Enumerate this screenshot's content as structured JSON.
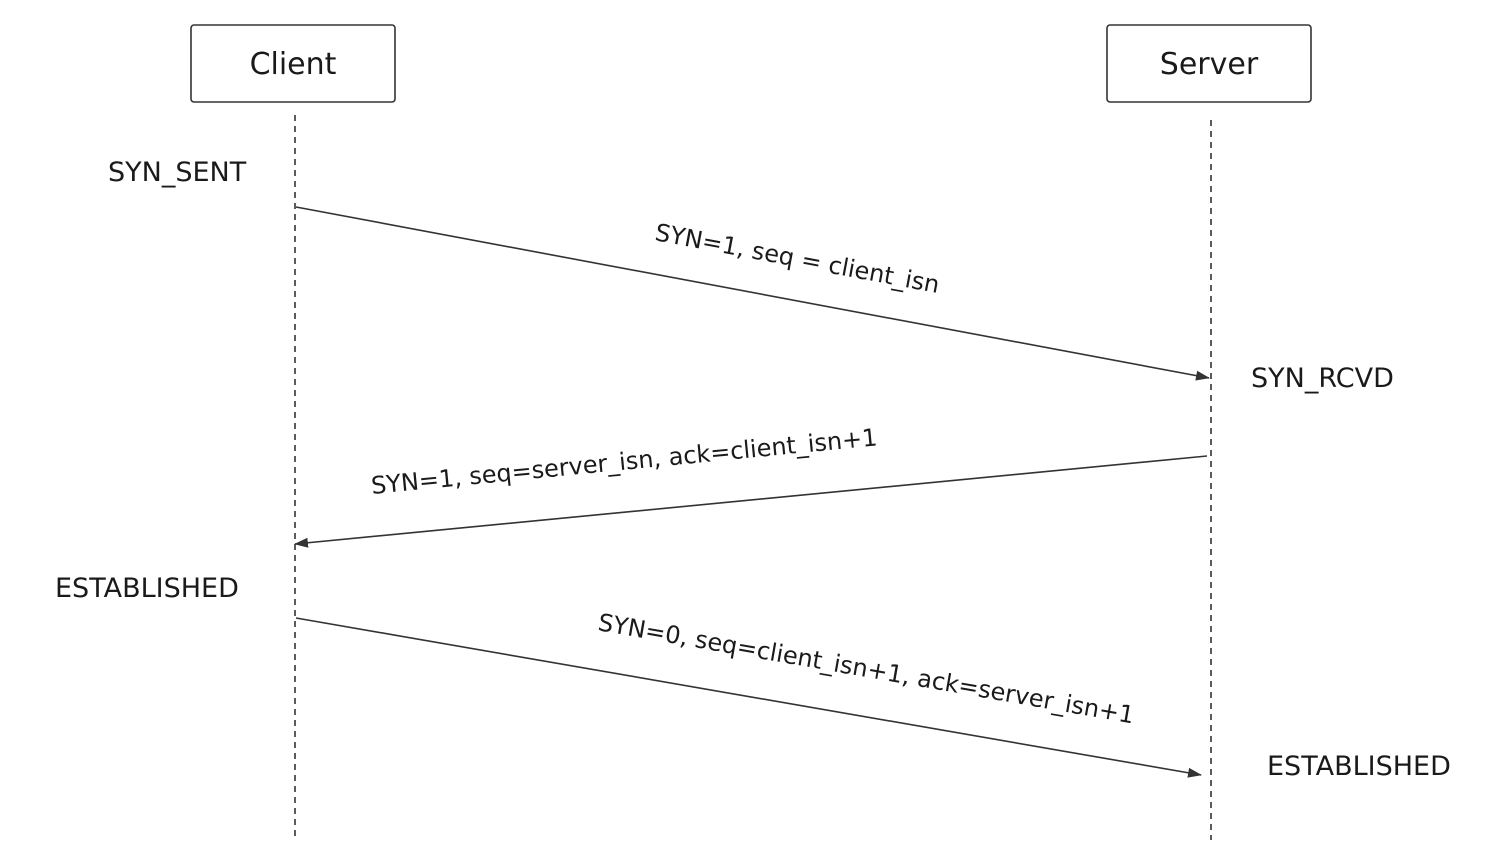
{
  "actors": {
    "client": "Client",
    "server": "Server"
  },
  "states": {
    "client_syn_sent": "SYN_SENT",
    "server_syn_rcvd": "SYN_RCVD",
    "client_established": "ESTABLISHED",
    "server_established": "ESTABLISHED"
  },
  "messages": [
    {
      "label": "SYN=1, seq = client_isn",
      "from": "client",
      "to": "server"
    },
    {
      "label": "SYN=1, seq=server_isn, ack=client_isn+1",
      "from": "server",
      "to": "client"
    },
    {
      "label": "SYN=0, seq=client_isn+1, ack=server_isn+1",
      "from": "client",
      "to": "server"
    }
  ],
  "colors": {
    "line": "#333333",
    "text": "#1a1a1a",
    "box_border": "#333333",
    "background": "#ffffff"
  }
}
